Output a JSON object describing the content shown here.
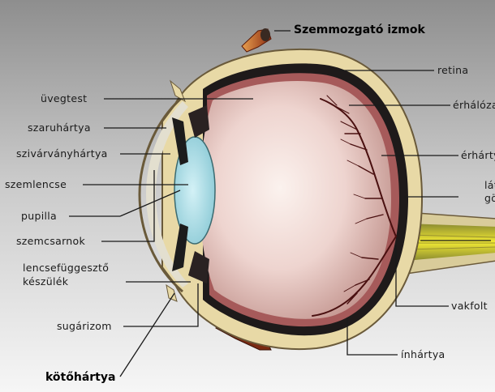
{
  "labels": {
    "muscles": "Szemmozgató izmok",
    "retina": "retina",
    "vitreous": "üvegtest",
    "choroid_1": "érhálózat",
    "cornea": "szaruhártya",
    "iris": "szivárványhártya",
    "choroid_2": "érhártya",
    "lens": "szemlencse",
    "macula_1": "látó",
    "macula_2": "gödör",
    "pupil": "pupilla",
    "chamber": "szemcsarnok",
    "zonule_1": "lencsefüggesztő",
    "zonule_2": "készülék",
    "blind_spot": "vakfolt",
    "ciliary": "sugárizom",
    "sclera": "ínhártya",
    "conjunctiva": "kötőhártya"
  },
  "colors": {
    "sclera": "#e8d9a6",
    "choroid": "#1a1a1a",
    "vitreous_center": "#fbf2ee",
    "vitreous_edge": "#cfa5a0",
    "lens": "#a7dce6",
    "optic_nerve": "#ede32a",
    "muscle": "#c2421a",
    "vessels": "#5a1616"
  }
}
